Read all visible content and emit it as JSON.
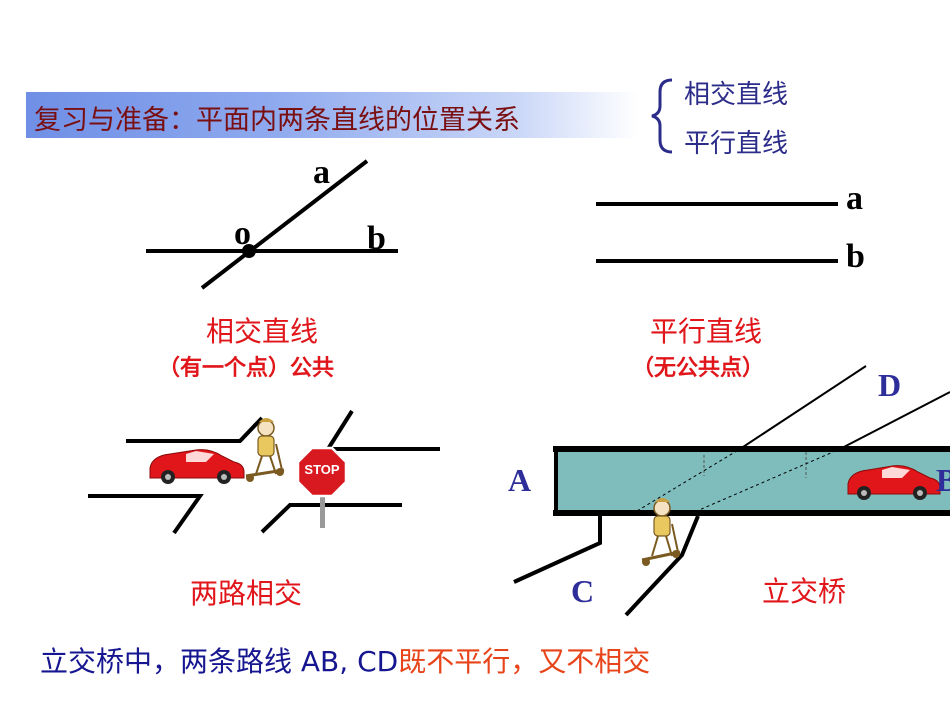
{
  "header": {
    "title": "复习与准备：平面内两条直线的位置关系",
    "brace_items": [
      "相交直线",
      "平行直线"
    ]
  },
  "intersecting": {
    "label_a": "a",
    "label_o": "o",
    "label_b": "b",
    "title": "相交直线",
    "subtitle": "（有一个点）公共"
  },
  "parallel": {
    "label_a": "a",
    "label_b": "b",
    "title": "平行直线",
    "subtitle": "（无公共点）"
  },
  "road_scene": {
    "stop_sign": "STOP",
    "caption": "两路相交"
  },
  "bridge_scene": {
    "label_a": "A",
    "label_b": "B",
    "label_c": "C",
    "label_d": "D",
    "caption": "立交桥"
  },
  "bottom": {
    "part1": "立交桥中，两条路线 AB, CD",
    "part2": "既不平行，又不相交"
  },
  "colors": {
    "title_text": "#7a0f12",
    "brace_text": "#2c2c8a",
    "red": "#e0161b",
    "bridge_fill": "#7fbdbd",
    "car": "#e0161b"
  }
}
